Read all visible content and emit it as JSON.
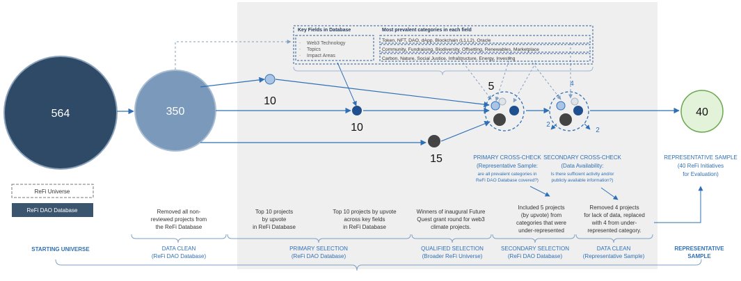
{
  "circles": {
    "starting": "564",
    "clean": "350",
    "sample": "40"
  },
  "counts": {
    "upvote_db": "10",
    "upvote_fields": "10",
    "winners": "15",
    "primary_add": "5",
    "secondary_add": "4",
    "secondary_out_left": "2",
    "secondary_out_right": "2"
  },
  "legend": {
    "universe": "ReFi Universe",
    "database": "ReFi DAO Database"
  },
  "key_fields": {
    "title": "Key Fields in Database",
    "items": [
      "Web3 Technology",
      "Topics",
      "Impact Areas"
    ]
  },
  "prevalent": {
    "title": "Most prevalent categories in each field",
    "rows": [
      "Token, NFT, DAO, dApp, Blockchain (L1,L2), Oracle",
      "Community, Fundraising, Biodiversity, Offsetting, Renewables, Marketplace",
      "Carbon, Nature, Social Justice, Infrastructure, Energy, Investing"
    ]
  },
  "checks": {
    "primary_title": "PRIMARY CROSS-CHECK",
    "primary_sub1": "(Representative Sample:",
    "primary_sub2": "are all prevalent categories in",
    "primary_sub3": "ReFi DAO Database covered?)",
    "secondary_title": "SECONDARY CROSS-CHECK",
    "secondary_sub1": "(Data Availability:",
    "secondary_sub2": "Is there sufficient activity and/or",
    "secondary_sub3": "publicly available information?)",
    "sample_title1": "REPRESENTATIVE SAMPLE",
    "sample_title2": "(40 ReFi Initiatives",
    "sample_title3": "for Evaluation)"
  },
  "descriptions": {
    "clean": [
      "Removed all non-",
      "reviewed projects from",
      "the ReFi Database"
    ],
    "top_db": [
      "Top 10 projects",
      "by upvote",
      "in ReFi Database"
    ],
    "top_fields": [
      "Top 10 projects by upvote",
      "across key fields",
      "in ReFi Database"
    ],
    "winners": [
      "Winners of inaugural Future",
      "Quest grant round for web3",
      "climate projects."
    ],
    "included": [
      "Included 5 projects",
      "(by upvote) from",
      "categories that were",
      "under-represented"
    ],
    "removed": [
      "Removed 4 projects",
      "for lack of data, replaced",
      "with 4 from under-",
      "represented category."
    ]
  },
  "stages": {
    "starting": "STARTING UNIVERSE",
    "clean1": "DATA CLEAN",
    "clean2": "(ReFi DAO Database)",
    "primary1": "PRIMARY SELECTION",
    "primary2": "(ReFi DAO Database)",
    "qualified1": "QUALIFIED SELECTION",
    "qualified2": "(Broader ReFi Universe)",
    "secondary1": "SECONDARY SELECTION",
    "secondary2": "(ReFi DAO Database)",
    "clean_b1": "DATA CLEAN",
    "clean_b2": "(Representative Sample)",
    "rep1": "REPRESENTATIVE",
    "rep2": "SAMPLE"
  },
  "colors": {
    "dark_navy": "#2f4a66",
    "mid_blue": "#7b99ba",
    "accent_blue": "#2f6fb5",
    "dot_navy": "#1f4f8f",
    "dark_grey": "#444444",
    "light_green": "#e2f3da",
    "panel_grey": "#efefef"
  }
}
